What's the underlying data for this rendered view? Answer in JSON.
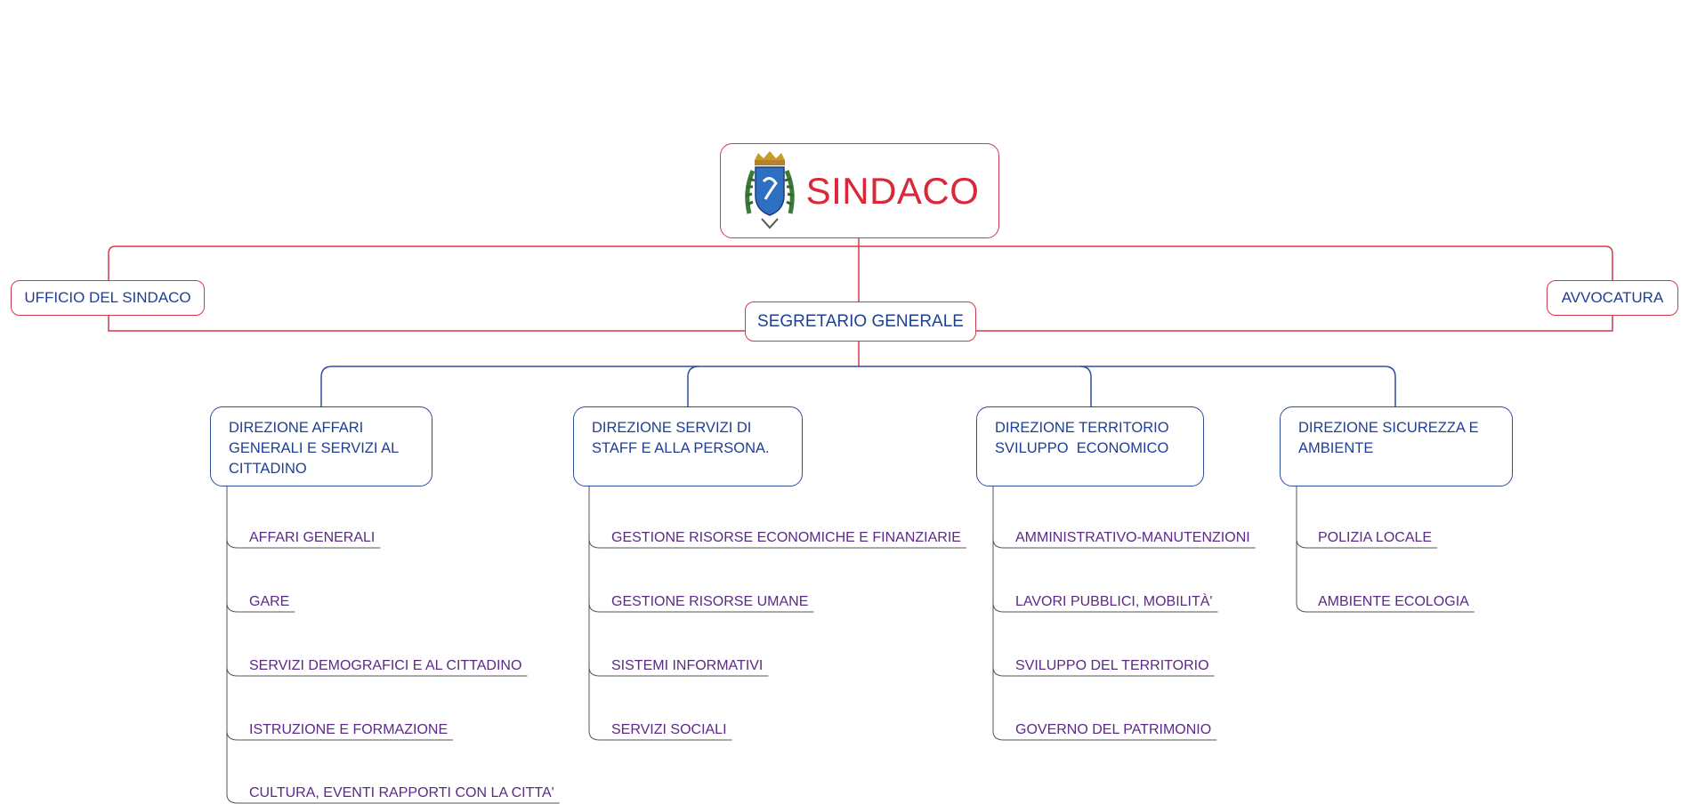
{
  "mayor": {
    "title": "SINDACO",
    "emblem_icon": "municipal-coat-of-arms-icon"
  },
  "staff": {
    "left": "UFFICIO DEL SINDACO",
    "right": "AVVOCATURA"
  },
  "secretary": {
    "title": "SEGRETARIO GENERALE"
  },
  "directorates": [
    {
      "title": "DIREZIONE AFFARI GENERALI E SERVIZI AL CITTADINO",
      "lines": [
        "DIREZIONE AFFARI",
        "GENERALI E SERVIZI AL",
        "CITTADINO"
      ],
      "units": [
        "AFFARI GENERALI",
        "GARE",
        "SERVIZI DEMOGRAFICI E AL CITTADINO",
        "ISTRUZIONE E FORMAZIONE",
        "CULTURA, EVENTI RAPPORTI CON LA CITTA'"
      ]
    },
    {
      "title": "DIREZIONE SERVIZI DI STAFF E ALLA PERSONA.",
      "lines": [
        "DIREZIONE SERVIZI DI",
        "STAFF E ALLA PERSONA."
      ],
      "units": [
        "GESTIONE RISORSE ECONOMICHE E FINANZIARIE",
        "GESTIONE RISORSE UMANE",
        "SISTEMI INFORMATIVI",
        "SERVIZI SOCIALI"
      ]
    },
    {
      "title": "DIREZIONE TERRITORIO SVILUPPO ECONOMICO",
      "lines": [
        "DIREZIONE TERRITORIO",
        "SVILUPPO  ECONOMICO"
      ],
      "units": [
        "AMMINISTRATIVO-MANUTENZIONI",
        "LAVORI PUBBLICI, MOBILITÀ'",
        "SVILUPPO DEL TERRITORIO",
        "GOVERNO DEL PATRIMONIO"
      ]
    },
    {
      "title": "DIREZIONE SICUREZZA E AMBIENTE",
      "lines": [
        "DIREZIONE SICUREZZA E",
        "AMBIENTE"
      ],
      "units": [
        "POLIZIA LOCALE",
        "AMBIENTE ECOLOGIA"
      ]
    }
  ],
  "colors": {
    "red": "#d8283a",
    "red_line": "#d23a4a",
    "blue": "#1f3f96",
    "blue_line": "#2b4ea0",
    "purple": "#5a2a86"
  }
}
